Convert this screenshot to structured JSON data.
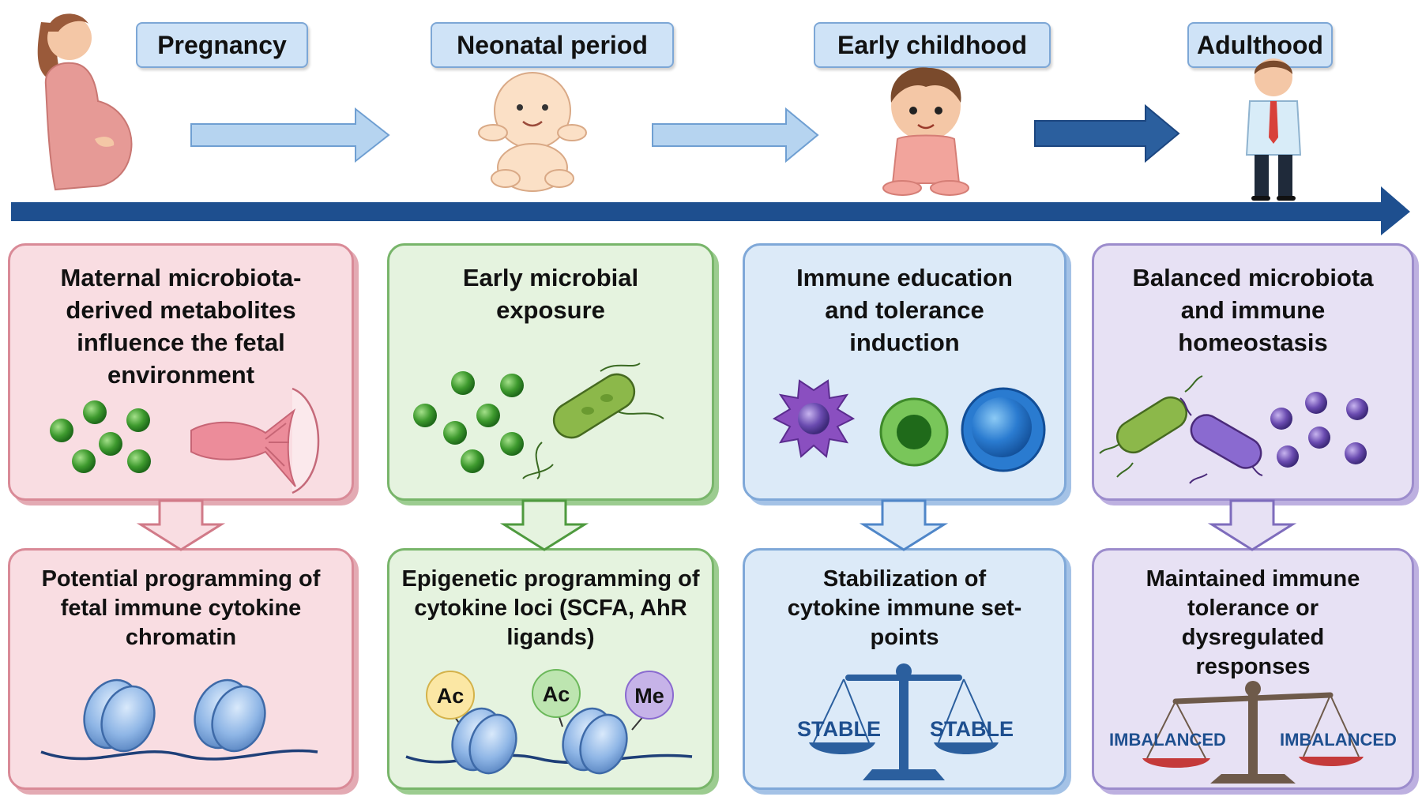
{
  "stages": [
    {
      "label": "Pregnancy"
    },
    {
      "label": "Neonatal period"
    },
    {
      "label": "Early childhood"
    },
    {
      "label": "Adulthood"
    }
  ],
  "top_boxes": [
    {
      "title": "Maternal microbiota-derived metabolites influence the fetal environment"
    },
    {
      "title": "Early microbial exposure"
    },
    {
      "title": "Immune education and tolerance induction"
    },
    {
      "title": "Balanced microbiota and immune homeostasis"
    }
  ],
  "bottom_boxes": [
    {
      "title": "Potential programming of fetal immune cytokine chromatin"
    },
    {
      "title": "Epigenetic programming of cytokine loci (SCFA, AhR ligands)"
    },
    {
      "title": "Stabilization of cytokine immune set-points"
    },
    {
      "title": "Maintained immune tolerance or dysregulated responses"
    }
  ],
  "marks": {
    "acetyl_label": "Ac",
    "methyl_label": "Me",
    "stable_label": "STABLE",
    "imbalanced_label": "IMBALANCED"
  },
  "colors": {
    "pink_fill": "#f9dde2",
    "pink_border": "#d98a97",
    "green_fill": "#e5f3df",
    "green_border": "#78b56a",
    "blue_fill": "#dceaf8",
    "blue_border": "#7fa8d8",
    "purple_fill": "#e7e1f4",
    "purple_border": "#9c8ccc",
    "timeline": "#1e4f8f"
  }
}
